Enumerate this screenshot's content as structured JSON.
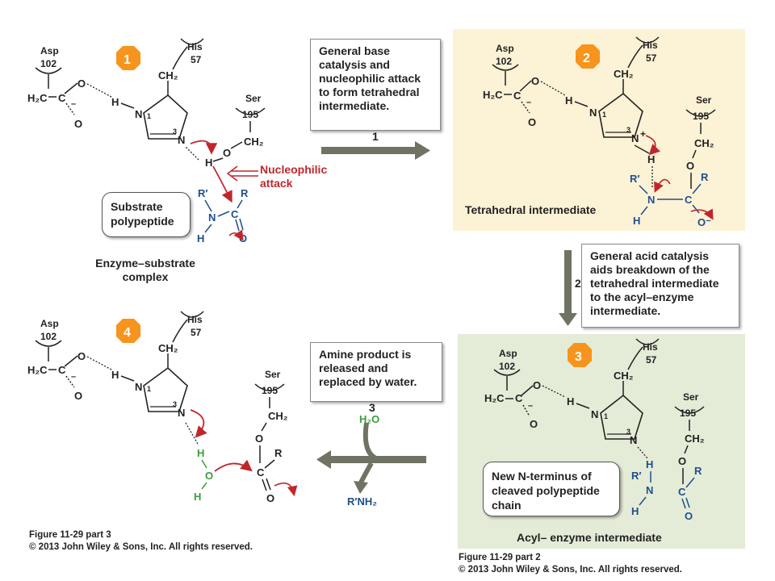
{
  "badges": {
    "b1": "1",
    "b2": "2",
    "b3": "3",
    "b4": "4"
  },
  "residues": {
    "asp": "Asp",
    "asp_num": "102",
    "his": "His",
    "his_num": "57",
    "ser": "Ser",
    "ser_num": "195"
  },
  "atoms": {
    "h2c": "H₂C",
    "ch2": "CH₂",
    "c": "C",
    "o": "O",
    "n": "N",
    "h": "H",
    "r": "R",
    "rp": "R′",
    "minus": "–",
    "plus": "+",
    "o_minus": "O⁻",
    "n1": "1",
    "n3": "3",
    "h2o": "H₂O",
    "rnh2": "R′NH₂"
  },
  "steps": {
    "step1_text": "General base\ncatalysis and\nnucleophilic attack\nto form tetrahedral\nintermediate.",
    "step1_num": "1",
    "step2_text": "General acid catalysis\naids breakdown of the\ntetrahedral intermediate\nto the acyl–enzyme\nintermediate.",
    "step2_num": "2",
    "step3_text": "Amine product is\nreleased and\nreplaced by water.",
    "step3_num": "3"
  },
  "labels": {
    "nucleophilic": "Nucleophilic\nattack",
    "substrate": "Substrate\npolypeptide",
    "es_complex": "Enzyme–substrate\ncomplex",
    "tetrahedral": "Tetrahedral intermediate",
    "acyl": "Acyl– enzyme intermediate",
    "new_n": "New N-terminus of\ncleaved polypeptide\nchain"
  },
  "credits": {
    "part3": "Figure 11-29 part 3\n© 2013 John Wiley & Sons, Inc. All rights reserved.",
    "part2": "Figure 11-29 part 2\n© 2013 John Wiley & Sons, Inc. All rights reserved."
  },
  "colors": {
    "badge": "#f7941d",
    "red": "#c0272d",
    "blue": "#1f4e8c",
    "green": "#3b9c3b",
    "arrow": "#6f7363",
    "p2bg": "#fcf2d6",
    "p3bg": "#e4ecd8"
  }
}
